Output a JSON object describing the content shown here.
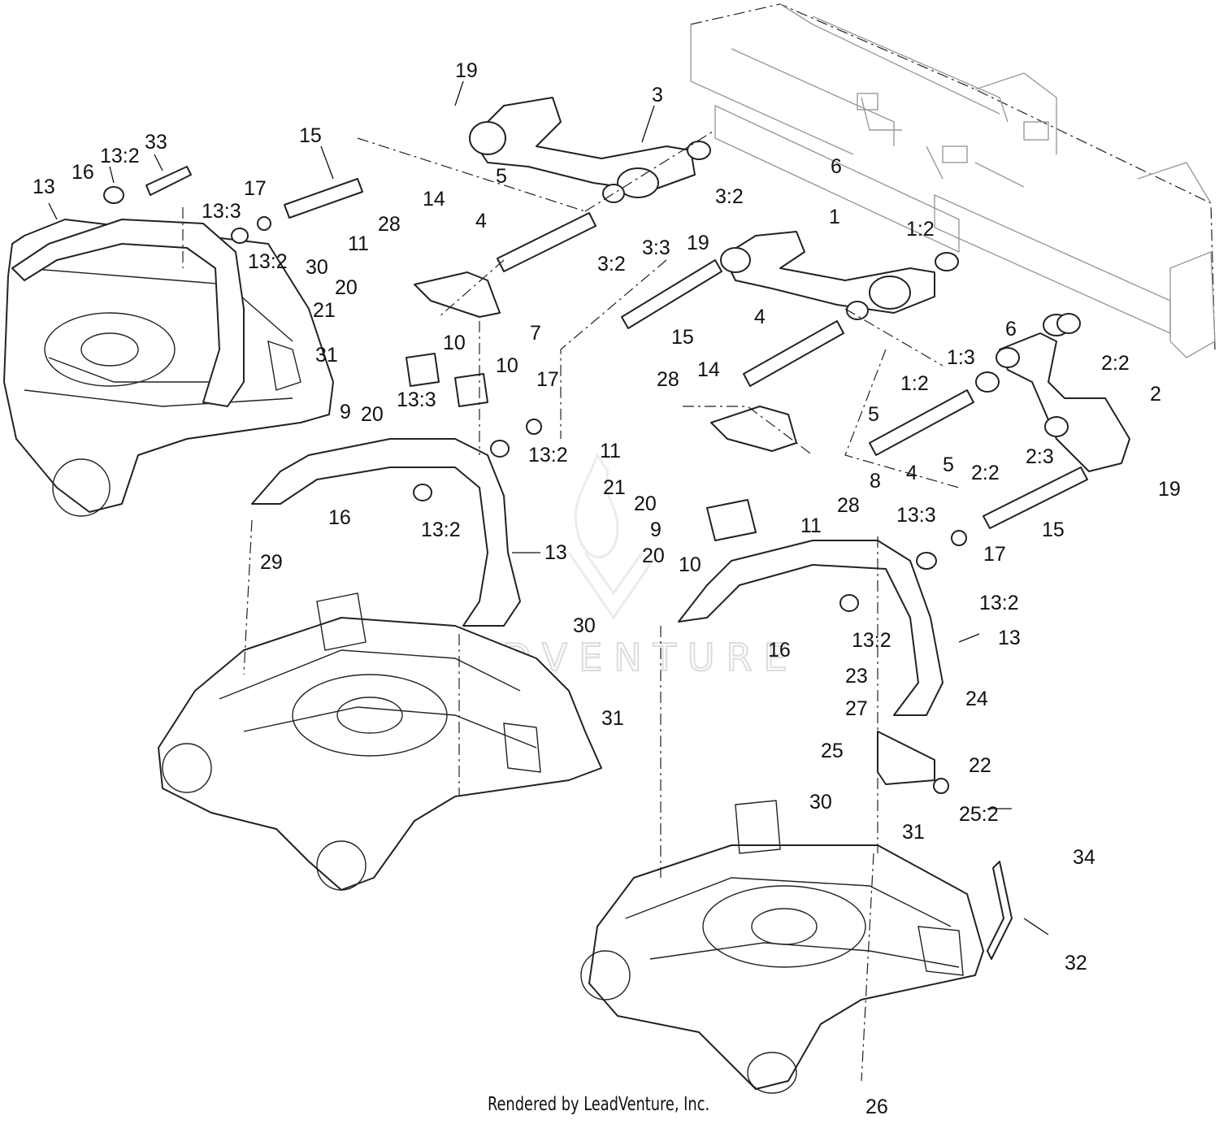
{
  "footer": {
    "text": "Rendered by LeadVenture, Inc."
  },
  "watermark": {
    "text": "LEADVENTURE"
  },
  "callouts": [
    {
      "id": "c19a",
      "label": "19"
    },
    {
      "id": "c3",
      "label": "3"
    },
    {
      "id": "c15a",
      "label": "15"
    },
    {
      "id": "c33",
      "label": "33"
    },
    {
      "id": "c13_2a",
      "label": "13:2"
    },
    {
      "id": "c16a",
      "label": "16"
    },
    {
      "id": "c13a",
      "label": "13"
    },
    {
      "id": "c13_3a",
      "label": "13:3"
    },
    {
      "id": "c17a",
      "label": "17"
    },
    {
      "id": "c13_2b",
      "label": "13:2"
    },
    {
      "id": "c5a",
      "label": "5"
    },
    {
      "id": "c14a",
      "label": "14"
    },
    {
      "id": "c28a",
      "label": "28"
    },
    {
      "id": "c4a",
      "label": "4"
    },
    {
      "id": "c11a",
      "label": "11"
    },
    {
      "id": "c30a",
      "label": "30"
    },
    {
      "id": "c20a",
      "label": "20"
    },
    {
      "id": "c21a",
      "label": "21"
    },
    {
      "id": "c31a",
      "label": "31"
    },
    {
      "id": "c7",
      "label": "7"
    },
    {
      "id": "c10a",
      "label": "10"
    },
    {
      "id": "c10b",
      "label": "10"
    },
    {
      "id": "c9a",
      "label": "9"
    },
    {
      "id": "c20b",
      "label": "20"
    },
    {
      "id": "c3_2a",
      "label": "3:2"
    },
    {
      "id": "c3_3",
      "label": "3:3"
    },
    {
      "id": "c3_2b",
      "label": "3:2"
    },
    {
      "id": "c6a",
      "label": "6"
    },
    {
      "id": "c19b",
      "label": "19"
    },
    {
      "id": "c1",
      "label": "1"
    },
    {
      "id": "c1_2a",
      "label": "1:2"
    },
    {
      "id": "c15b",
      "label": "15"
    },
    {
      "id": "c6b",
      "label": "6"
    },
    {
      "id": "c2_2a",
      "label": "2:2"
    },
    {
      "id": "c1_3",
      "label": "1:3"
    },
    {
      "id": "c4b",
      "label": "4"
    },
    {
      "id": "c1_2b",
      "label": "1:2"
    },
    {
      "id": "c5b",
      "label": "5"
    },
    {
      "id": "c2",
      "label": "2"
    },
    {
      "id": "c17b",
      "label": "17"
    },
    {
      "id": "c13_3b",
      "label": "13:3"
    },
    {
      "id": "c13_2c",
      "label": "13:2"
    },
    {
      "id": "c28b",
      "label": "28"
    },
    {
      "id": "c14b",
      "label": "14"
    },
    {
      "id": "c11b",
      "label": "11"
    },
    {
      "id": "c21b",
      "label": "21"
    },
    {
      "id": "c20c",
      "label": "20"
    },
    {
      "id": "c8",
      "label": "8"
    },
    {
      "id": "c4c",
      "label": "4"
    },
    {
      "id": "c5c",
      "label": "5"
    },
    {
      "id": "c2_2b",
      "label": "2:2"
    },
    {
      "id": "c2_3",
      "label": "2:3"
    },
    {
      "id": "c19c",
      "label": "19"
    },
    {
      "id": "c9b",
      "label": "9"
    },
    {
      "id": "c28c",
      "label": "28"
    },
    {
      "id": "c11c",
      "label": "11"
    },
    {
      "id": "c20d",
      "label": "20"
    },
    {
      "id": "c10c",
      "label": "10"
    },
    {
      "id": "c16b",
      "label": "16"
    },
    {
      "id": "c13_2d",
      "label": "13:2"
    },
    {
      "id": "c13b",
      "label": "13"
    },
    {
      "id": "c15c",
      "label": "15"
    },
    {
      "id": "c13_3c",
      "label": "13:3"
    },
    {
      "id": "c17c",
      "label": "17"
    },
    {
      "id": "c13_2e",
      "label": "13:2"
    },
    {
      "id": "c29",
      "label": "29"
    },
    {
      "id": "c30b",
      "label": "30"
    },
    {
      "id": "c31b",
      "label": "31"
    },
    {
      "id": "c16c",
      "label": "16"
    },
    {
      "id": "c13_2f",
      "label": "13:2"
    },
    {
      "id": "c13c",
      "label": "13"
    },
    {
      "id": "c23",
      "label": "23"
    },
    {
      "id": "c24",
      "label": "24"
    },
    {
      "id": "c27",
      "label": "27"
    },
    {
      "id": "c22",
      "label": "22"
    },
    {
      "id": "c25",
      "label": "25"
    },
    {
      "id": "c25_2",
      "label": "25:2"
    },
    {
      "id": "c30c",
      "label": "30"
    },
    {
      "id": "c31c",
      "label": "31"
    },
    {
      "id": "c34",
      "label": "34"
    },
    {
      "id": "c32",
      "label": "32"
    },
    {
      "id": "c26",
      "label": "26"
    }
  ]
}
